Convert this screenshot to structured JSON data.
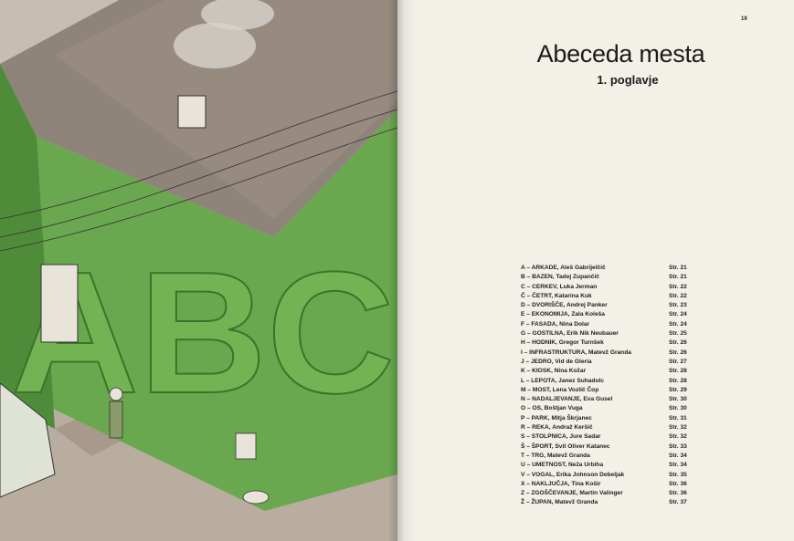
{
  "illustration": {
    "letters": "ABC"
  },
  "page": {
    "number": "19",
    "title": "Abeceda mesta",
    "subtitle": "1. poglavje",
    "entries": [
      {
        "text": "A – ARKADE, Aleš Gabrijelčič",
        "page": "Str. 21"
      },
      {
        "text": "B – BAZEN, Tadej Zupančič",
        "page": "Str. 21"
      },
      {
        "text": "C – CERKEV, Luka Jerman",
        "page": "Str. 22"
      },
      {
        "text": "Č – ČETRT, Katarina Kuk",
        "page": "Str. 22"
      },
      {
        "text": "D – DVORIŠČE, Andrej Panker",
        "page": "Str. 23"
      },
      {
        "text": "E – EKONOMIJA, Zala Koleša",
        "page": "Str. 24"
      },
      {
        "text": "F – FASADA, Nina Dolar",
        "page": "Str. 24"
      },
      {
        "text": "G – GOSTILNA, Erik Nik Neubauer",
        "page": "Str. 25"
      },
      {
        "text": "H – HODNIK, Gregor Turnšek",
        "page": "Str. 26"
      },
      {
        "text": "I – INFRASTRUKTURA, Matevž Granda",
        "page": "Str. 26"
      },
      {
        "text": "J – JEDRO, Vid de Gleria",
        "page": "Str. 27"
      },
      {
        "text": "K – KIOSK, Nina Kožar",
        "page": "Str. 28"
      },
      {
        "text": "L – LEPOTA, Janez Suhadolc",
        "page": "Str. 28"
      },
      {
        "text": "M – MOST, Lena Vozlič Čop",
        "page": "Str. 29"
      },
      {
        "text": "N – NADALJEVANJE, Eva Gusel",
        "page": "Str. 30"
      },
      {
        "text": "O – OS, Boštjan Vuga",
        "page": "Str. 30"
      },
      {
        "text": "P – PARK, Mitja Škrjanec",
        "page": "Str. 31"
      },
      {
        "text": "R – REKA, Andraž Keršič",
        "page": "Str. 32"
      },
      {
        "text": "S – STOLPNICA, Jure Sadar",
        "page": "Str. 32"
      },
      {
        "text": "Š – ŠPORT, Svit Oliver Katanec",
        "page": "Str. 33"
      },
      {
        "text": "T – TRG, Matevž Granda",
        "page": "Str. 34"
      },
      {
        "text": "U – UMETNOST, Neža Urbiha",
        "page": "Str. 34"
      },
      {
        "text": "V – VOGAL, Erika Johnson Debeljak",
        "page": "Str. 35"
      },
      {
        "text": "X – NAKLJUČJA, Tina Košir",
        "page": "Str. 36"
      },
      {
        "text": "Z – ZGOŠČEVANJE, Martin Valinger",
        "page": "Str. 36"
      },
      {
        "text": "Ž – ŽUPAN, Matevž Granda",
        "page": "Str. 37"
      }
    ]
  }
}
